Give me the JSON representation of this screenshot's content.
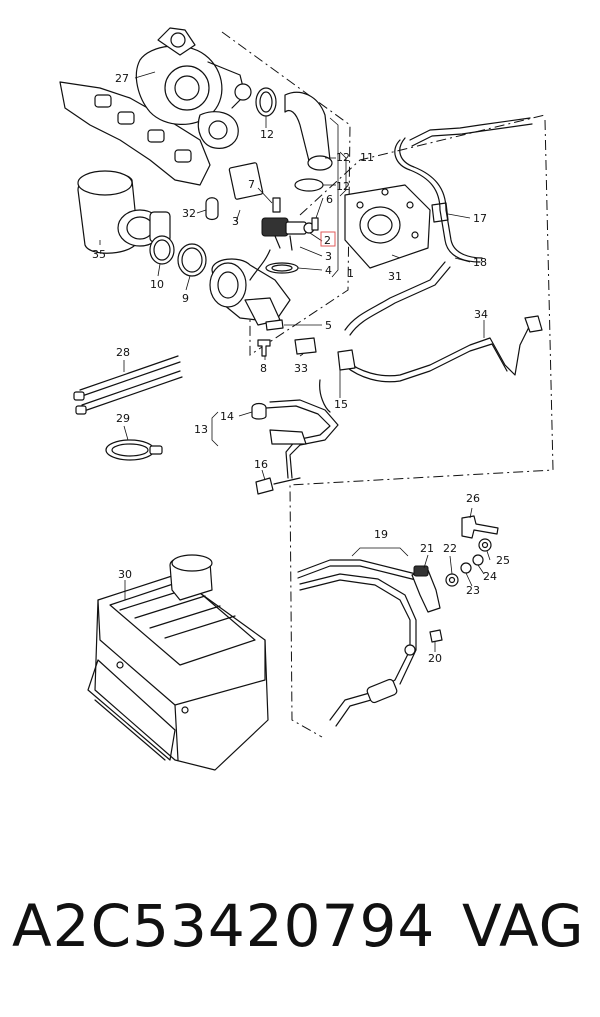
{
  "diagram": {
    "callouts": [
      "1",
      "2",
      "3",
      "3",
      "4",
      "5",
      "6",
      "7",
      "8",
      "9",
      "10",
      "11",
      "12",
      "12",
      "12",
      "13",
      "14",
      "15",
      "16",
      "17",
      "18",
      "19",
      "20",
      "21",
      "22",
      "23",
      "24",
      "25",
      "26",
      "27",
      "28",
      "29",
      "30",
      "31",
      "32",
      "33",
      "34",
      "35"
    ],
    "highlighted_callout": "2"
  },
  "caption": {
    "part_number": "A2C53420794",
    "brand": "VAG"
  }
}
